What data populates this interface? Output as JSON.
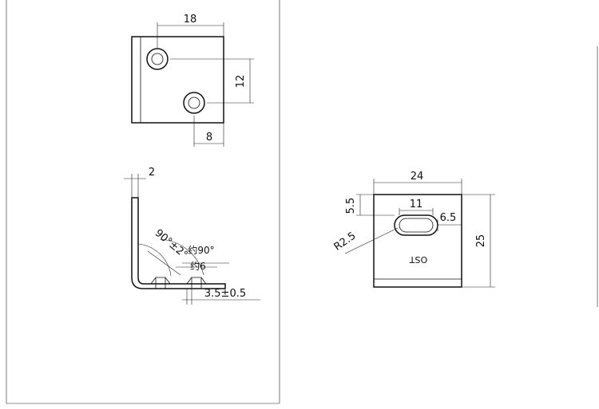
{
  "top_view": {
    "dim_width": "18",
    "dim_hole_spacing": "12",
    "dim_hole_offset": "8"
  },
  "side_view": {
    "dim_thickness": "2",
    "dim_bend_angle": "90°±2°",
    "dim_approx_angle": "约90°",
    "dim_approx_width": "约6",
    "dim_hole_gap": "3.5±0.5"
  },
  "front_view": {
    "dim_width": "24",
    "dim_height": "25",
    "dim_slot_top": "5.5",
    "dim_slot_length": "11",
    "dim_slot_right": "6.5",
    "dim_slot_radius": "R2.5",
    "part_marking": "OST"
  }
}
